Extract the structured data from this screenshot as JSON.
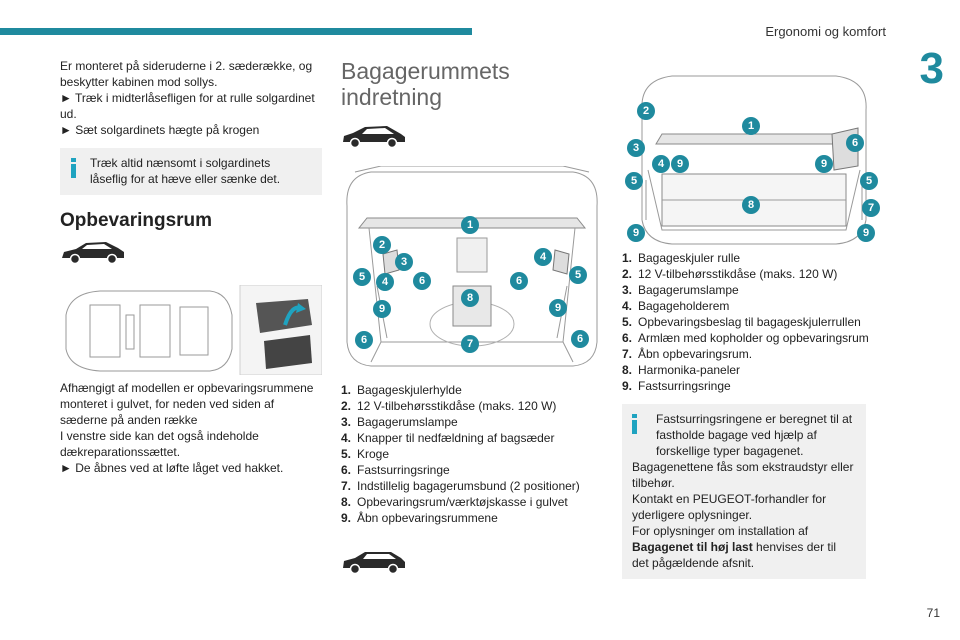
{
  "header": {
    "section_title": "Ergonomi og komfort",
    "chapter_number": "3"
  },
  "footer": {
    "page_number": "71"
  },
  "left": {
    "intro_lines": [
      "Er monteret på sideruderne i 2. sæderække, og beskytter kabinen mod sollys.",
      "► Træk i midterlåsefligen for at rulle solgardinet ud.",
      "► Sæt solgardinets hægte på krogen"
    ],
    "info_note": "Træk altid nænsomt i solgardinets låseflig for at hæve eller sænke det.",
    "storage_heading": "Opbevaringsrum",
    "storage_lines": [
      "Afhængigt af modellen er opbevaringsrummene monteret i gulvet, for neden ved siden af sæderne på anden række",
      "I venstre side kan det også indeholde dækreparationssættet.",
      "► De åbnes ved at løfte låget ved hakket."
    ]
  },
  "middle": {
    "heading_line1": "Bagagerummets",
    "heading_line2": "indretning",
    "legend": [
      {
        "num": "1.",
        "text": "Bagageskjulerhylde"
      },
      {
        "num": "2.",
        "text": "12 V-tilbehørsstikdåse (maks. 120 W)"
      },
      {
        "num": "3.",
        "text": "Bagagerumslampe"
      },
      {
        "num": "4.",
        "text": "Knapper til nedfældning af bagsæder"
      },
      {
        "num": "5.",
        "text": "Kroge"
      },
      {
        "num": "6.",
        "text": "Fastsurringsringe"
      },
      {
        "num": "7.",
        "text": "Indstillelig bagagerumsbund (2 positioner)"
      },
      {
        "num": "8.",
        "text": "Opbevaringsrum/værktøjskasse i gulvet"
      },
      {
        "num": "9.",
        "text": "Åbn opbevaringsrummene"
      }
    ],
    "diagram_badges": [
      "1",
      "2",
      "3",
      "4",
      "4",
      "5",
      "5",
      "6",
      "6",
      "6",
      "6",
      "7",
      "8",
      "9",
      "9"
    ]
  },
  "right": {
    "legend": [
      {
        "num": "1.",
        "text": "Bagageskjuler rulle"
      },
      {
        "num": "2.",
        "text": "12 V-tilbehørsstikdåse (maks. 120 W)"
      },
      {
        "num": "3.",
        "text": "Bagagerumslampe"
      },
      {
        "num": "4.",
        "text": "Bagageholderem"
      },
      {
        "num": "5.",
        "text": "Opbevaringsbeslag til bagageskjulerrullen"
      },
      {
        "num": "6.",
        "text": "Armlæn med kopholder og opbevaringsrum"
      },
      {
        "num": "7.",
        "text": "Åbn opbevaringsrum."
      },
      {
        "num": "8.",
        "text": "Harmonika-paneler"
      },
      {
        "num": "9.",
        "text": "Fastsurringsringe"
      }
    ],
    "diagram_badges": [
      "2",
      "1",
      "3",
      "4",
      "9",
      "9",
      "6",
      "5",
      "5",
      "7",
      "8",
      "9",
      "9"
    ],
    "info": {
      "line1": "Fastsurringsringene er beregnet til at fastholde bagage ved hjælp af forskellige typer bagagenet.",
      "line2": "Bagagenettene fås som ekstraudstyr eller tilbehør.",
      "line3": "Kontakt en PEUGEOT-forhandler for yderligere oplysninger.",
      "line4_prefix": "For oplysninger om installation af ",
      "line4_bold": "Bagagenet til høj last",
      "line4_suffix": " henvises der til det pågældende afsnit."
    }
  },
  "colors": {
    "accent": "#1f8a9e",
    "info_icon": "#1fa3c0",
    "info_bg": "#f0f0f0"
  }
}
